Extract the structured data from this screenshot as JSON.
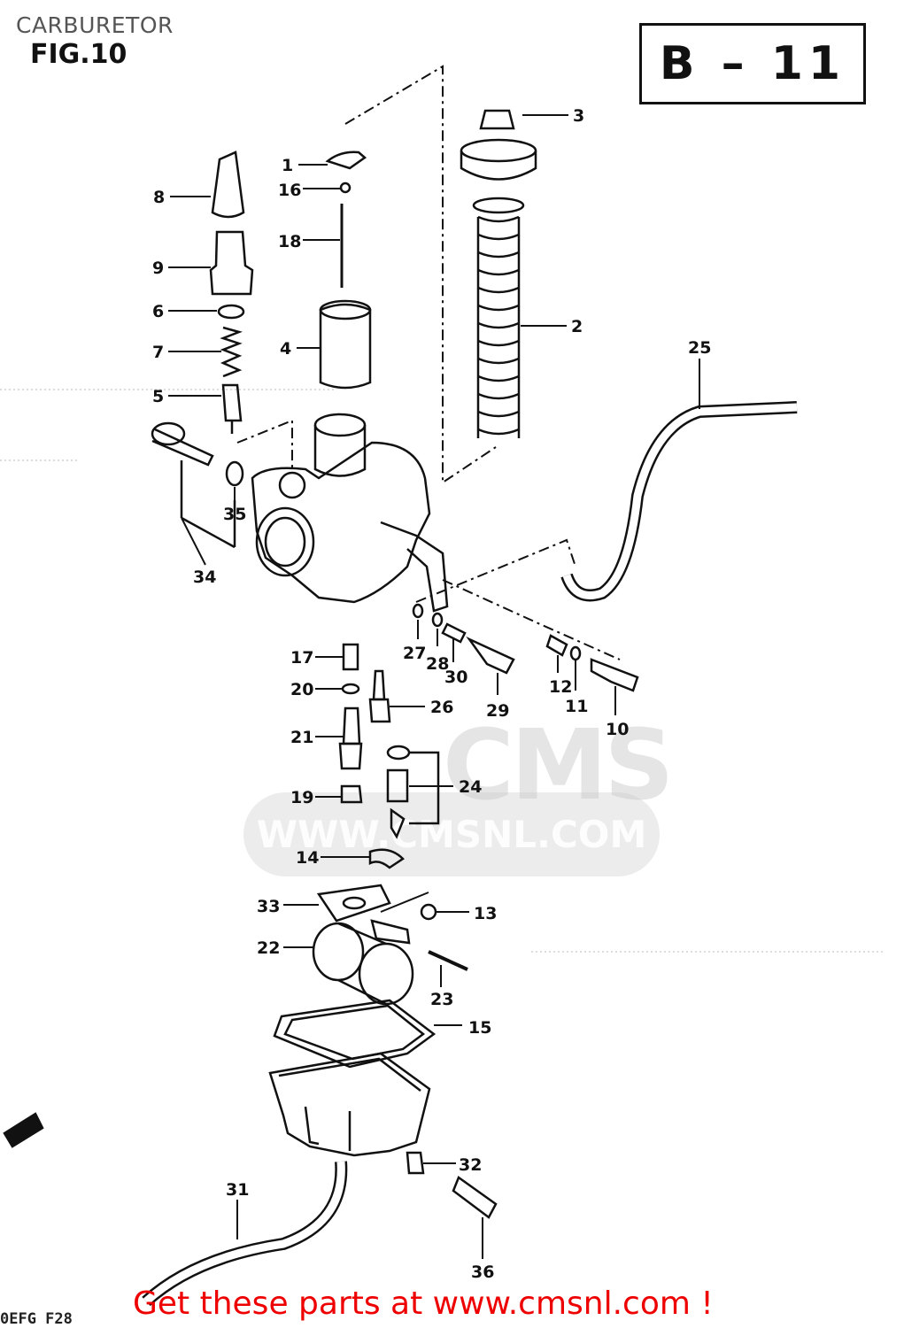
{
  "header": {
    "title": "CARBURETOR",
    "figure": "FIG.10",
    "code": "B – 11"
  },
  "watermark": {
    "logo": "CMS",
    "url": "WWW.CMSNL.COM"
  },
  "footer": {
    "text": "Get these parts at www.cmsnl.com !",
    "corner": "0EFG F28"
  },
  "callouts": [
    "1",
    "2",
    "3",
    "4",
    "5",
    "6",
    "7",
    "8",
    "9",
    "10",
    "11",
    "12",
    "13",
    "14",
    "15",
    "16",
    "17",
    "18",
    "19",
    "20",
    "21",
    "22",
    "23",
    "24",
    "25",
    "26",
    "27",
    "28",
    "29",
    "30",
    "31",
    "32",
    "33",
    "34",
    "35",
    "36"
  ],
  "colors": {
    "ink": "#111111",
    "footer": "#ee0000",
    "watermark": "#c8c8c8"
  }
}
